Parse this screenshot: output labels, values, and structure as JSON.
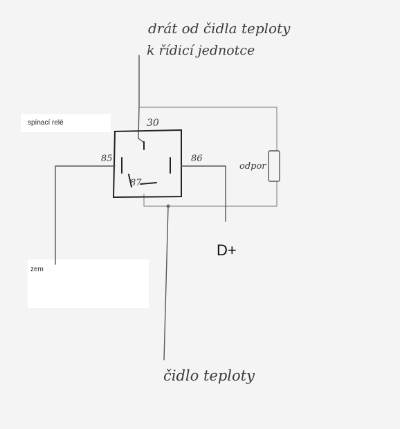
{
  "labels": {
    "wire_top_line1": "drát od čidla teploty",
    "wire_top_line2": "k řídicí jednotce",
    "relay_title": "spínací relé",
    "ground": "zem",
    "pin_30": "30",
    "pin_85": "85",
    "pin_86": "86",
    "pin_87": "87",
    "resistor": "odpor",
    "d_plus": "D+",
    "sensor": "čidlo teploty"
  },
  "colors": {
    "background": "#f4f4f4",
    "pencil": "#555555",
    "ink": "#222222"
  }
}
